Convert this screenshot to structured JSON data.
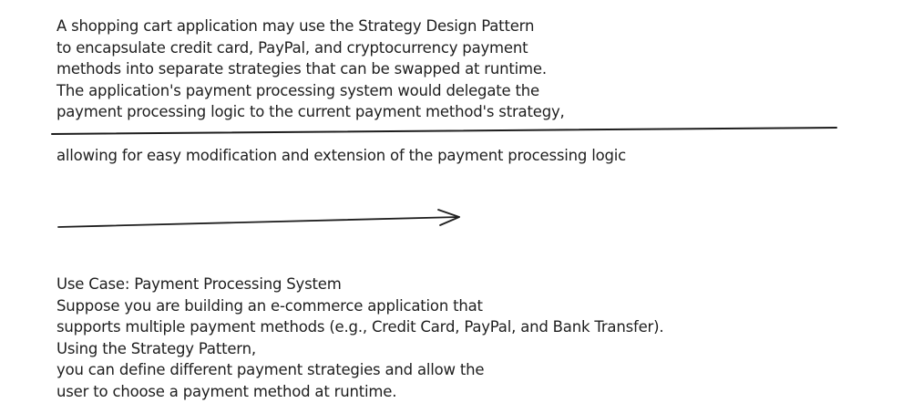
{
  "top_text": {
    "lines": [
      "A shopping cart application may use the Strategy Design Pattern",
      "to encapsulate credit card, PayPal, and cryptocurrency payment",
      "methods into separate strategies that can be swapped at runtime.",
      "The application's payment processing system would delegate the",
      "payment processing logic to the current payment method's strategy,"
    ]
  },
  "middle_text": {
    "line": "allowing for easy modification and extension of the payment processing logic"
  },
  "bottom_text": {
    "lines": [
      "Use Case: Payment Processing System",
      "Suppose you are building an e-commerce application that",
      "supports multiple payment methods (e.g., Credit Card, PayPal, and Bank Transfer).",
      "Using the Strategy Pattern,",
      "you can define different payment strategies and allow the",
      "user to choose a payment method at runtime."
    ]
  },
  "colors": {
    "stroke": "#1e1e1e",
    "background": "#ffffff"
  }
}
